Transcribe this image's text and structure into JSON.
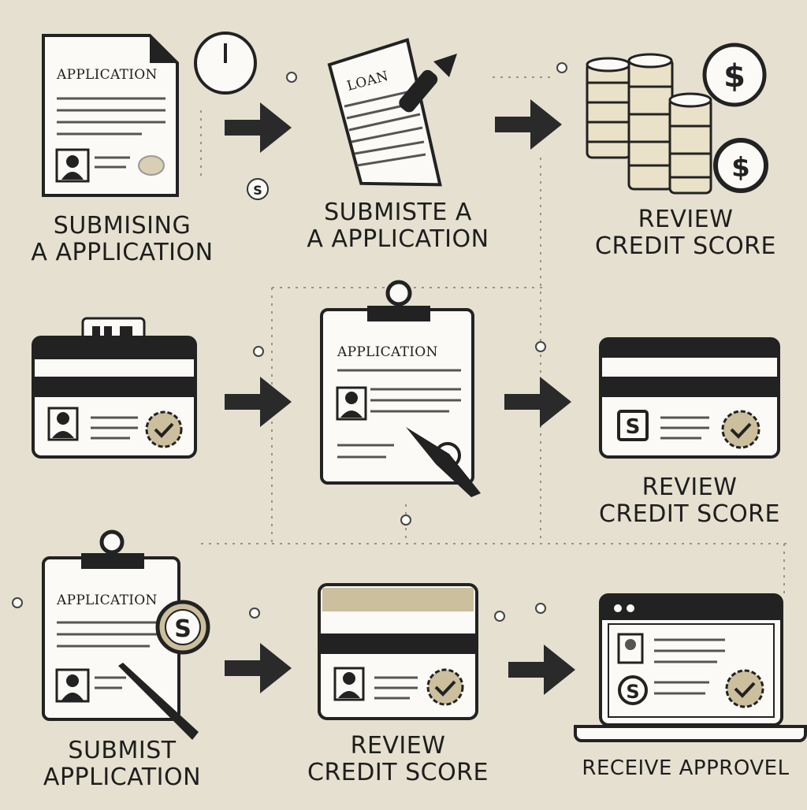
{
  "steps": [
    {
      "line1": "SUBMISING",
      "line2": "A APPLICATION",
      "doc_title": "APPLICATION"
    },
    {
      "line1": "SUBMISTE A",
      "line2": "A APPLICATION",
      "doc_title": "LOAN"
    },
    {
      "line1": "REVIEW",
      "line2": "CREDIT SCORE"
    },
    {
      "doc_title": "APPLICATION"
    },
    {
      "line1": "REVIEW",
      "line2": "CREDIT SCORE"
    },
    {
      "line1": "SUBMIST",
      "line2": "APPLICATION",
      "doc_title": "APPLICATION"
    },
    {
      "line1": "REVIEW",
      "line2": "CREDIT SCORE"
    },
    {
      "line1": "RECEIVE APPROVEL"
    }
  ],
  "symbols": {
    "currency": "$",
    "coin_letter": "S"
  },
  "colors": {
    "background": "#e6e0d0",
    "ink": "#1e1e1e",
    "paper": "#fbfaf6",
    "coin": "#e9e1c8",
    "accent": "#cbbf9d"
  },
  "icons": [
    "document-icon",
    "clock-icon",
    "pen-icon",
    "coin-stack-icon",
    "browser-window-icon",
    "clipboard-icon",
    "check-badge-icon",
    "laptop-icon",
    "arrow-right-icon"
  ]
}
